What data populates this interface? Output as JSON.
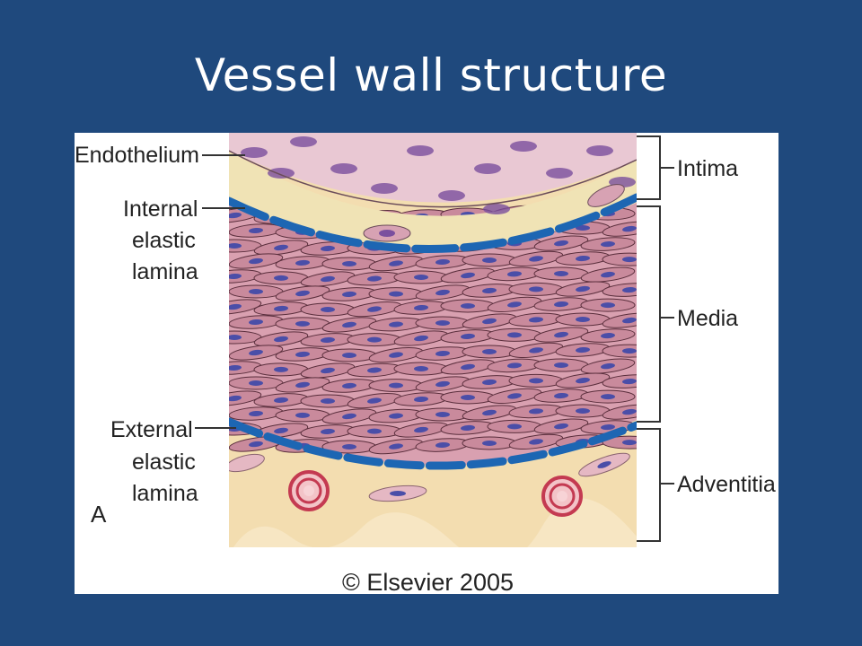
{
  "slide": {
    "title": "Vessel wall structure"
  },
  "figure": {
    "panel_letter": "A",
    "copyright": "© Elsevier 2005",
    "left_labels": {
      "endothelium": "Endothelium",
      "internal_elastic_lamina": [
        "Internal",
        "elastic",
        "lamina"
      ],
      "external_elastic_lamina": [
        "External",
        "elastic",
        "lamina"
      ]
    },
    "right_labels": {
      "intima": "Intima",
      "media": "Media",
      "adventitia": "Adventitia"
    },
    "colors": {
      "background": "#1f497d",
      "endothelium_cell": "#e7c2cf",
      "endothelium_nucleus": "#7a4f9e",
      "subendothelium": "#f0e3b5",
      "smooth_muscle": "#c98a9c",
      "muscle_nucleus": "#4a4ea8",
      "elastic_lamina": "#1d66b3",
      "adventitia": "#f3ddb0",
      "vasa_vasorum": "#d9485f"
    }
  }
}
